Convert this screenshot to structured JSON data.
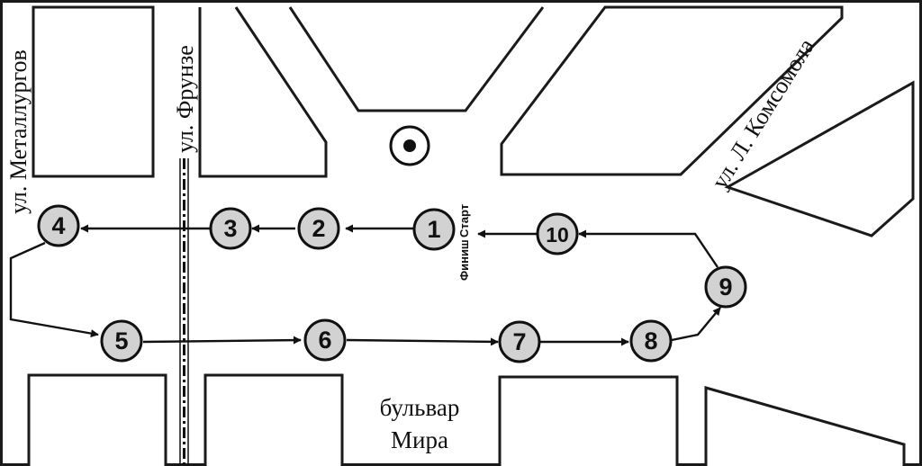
{
  "streets": {
    "metallurgov": "ул. Металлургов",
    "frunze": "ул. Фрунзе",
    "komsomola": "ул. Л. Комсомола",
    "bulvar_line1": "бульвар",
    "bulvar_line2": "Мира"
  },
  "start_finish": {
    "finish": "Финиш",
    "start": "Старт"
  },
  "checkpoints": [
    "1",
    "2",
    "3",
    "4",
    "5",
    "6",
    "7",
    "8",
    "9",
    "10"
  ],
  "icons": {
    "monument": "monument-icon"
  },
  "colors": {
    "checkpoint_fill": "#d2d2d2",
    "line": "#111111"
  }
}
